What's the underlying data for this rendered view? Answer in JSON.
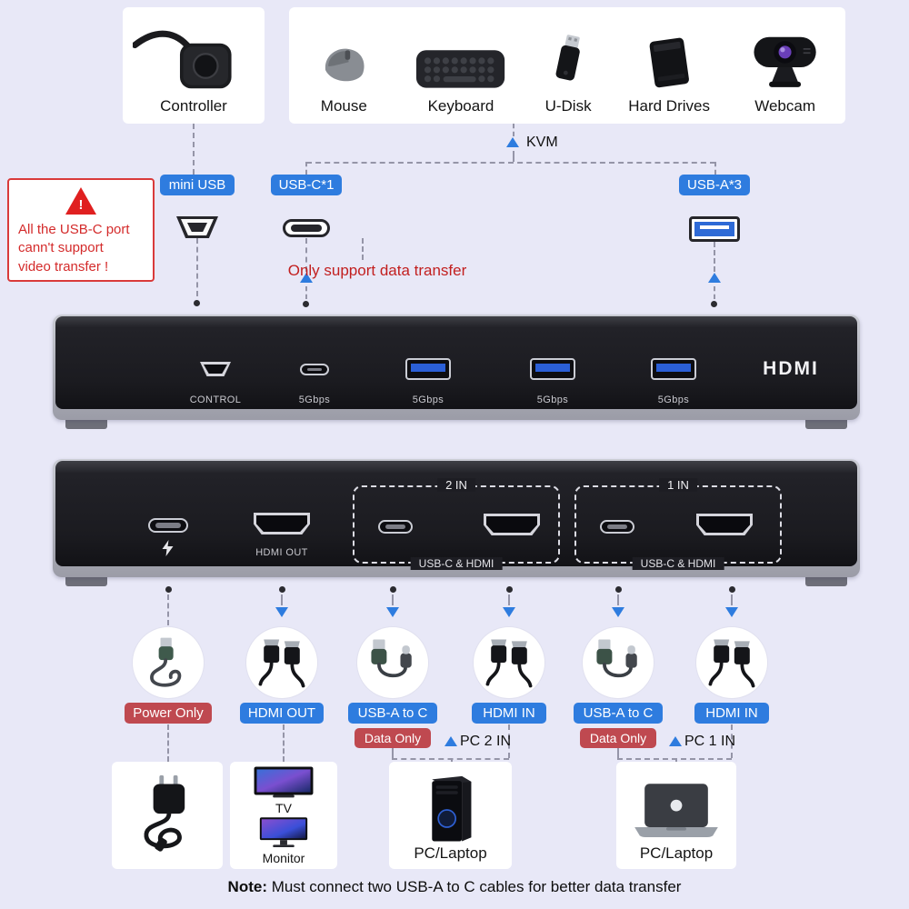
{
  "top": {
    "controller_label": "Controller",
    "peripherals": [
      {
        "label": "Mouse"
      },
      {
        "label": "Keyboard"
      },
      {
        "label": "U-Disk"
      },
      {
        "label": "Hard Drives"
      },
      {
        "label": "Webcam"
      }
    ],
    "kvm_label": "KVM"
  },
  "warning_box": {
    "icon": "!",
    "line1": "All the USB-C port",
    "line2": "cann't support",
    "line3": "video transfer !"
  },
  "port_pills": {
    "mini_usb": "mini USB",
    "usb_c": "USB-C*1",
    "usb_a": "USB-A*3"
  },
  "data_note": "Only support data transfer",
  "front_panel": {
    "labels": [
      "CONTROL",
      "5Gbps",
      "5Gbps",
      "5Gbps",
      "5Gbps"
    ],
    "hdmi_logo": "HDMI"
  },
  "rear_panel": {
    "hdmi_out_label": "HDMI OUT",
    "group2_title": "2 IN",
    "group2_caption": "USB-C & HDMI",
    "group1_title": "1 IN",
    "group1_caption": "USB-C & HDMI"
  },
  "cables": {
    "pills": [
      "Power Only",
      "HDMI OUT",
      "USB-A to C",
      "HDMI IN",
      "USB-A to C",
      "HDMI IN"
    ],
    "data_only": "Data Only",
    "pc2": "PC 2 IN",
    "pc1": "PC 1 IN"
  },
  "bottom": {
    "tv": "TV",
    "monitor": "Monitor",
    "pc2_label": "PC/Laptop",
    "pc1_label": "PC/Laptop"
  },
  "footnote": {
    "bold": "Note:",
    "rest": " Must connect two USB-A to C cables for better data transfer"
  },
  "colors": {
    "blue": "#2e7cdf",
    "red": "#bf4950",
    "warning_red": "#d42b2b",
    "background": "#e8e8f7",
    "usb_port_blue": "#2b5fd6"
  }
}
